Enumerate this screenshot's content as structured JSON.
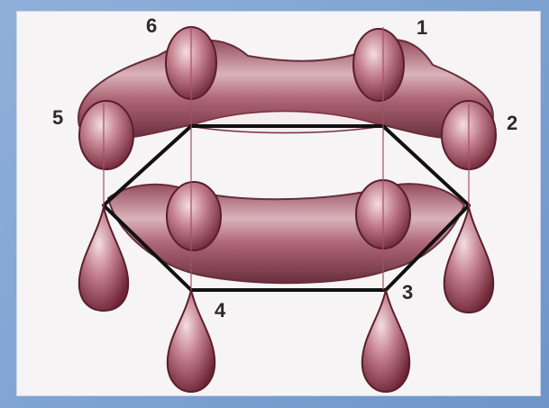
{
  "labels": {
    "c1": "1",
    "c2": "2",
    "c3": "3",
    "c4": "4",
    "c5": "5",
    "c6": "6"
  },
  "colors": {
    "background": "#7fa3cf",
    "panel": "#f6f4f5",
    "orbital_dark": "#7a2f3e",
    "orbital_mid": "#a9576a",
    "orbital_light": "#e8c9cf",
    "ring_bond": "#111111"
  }
}
